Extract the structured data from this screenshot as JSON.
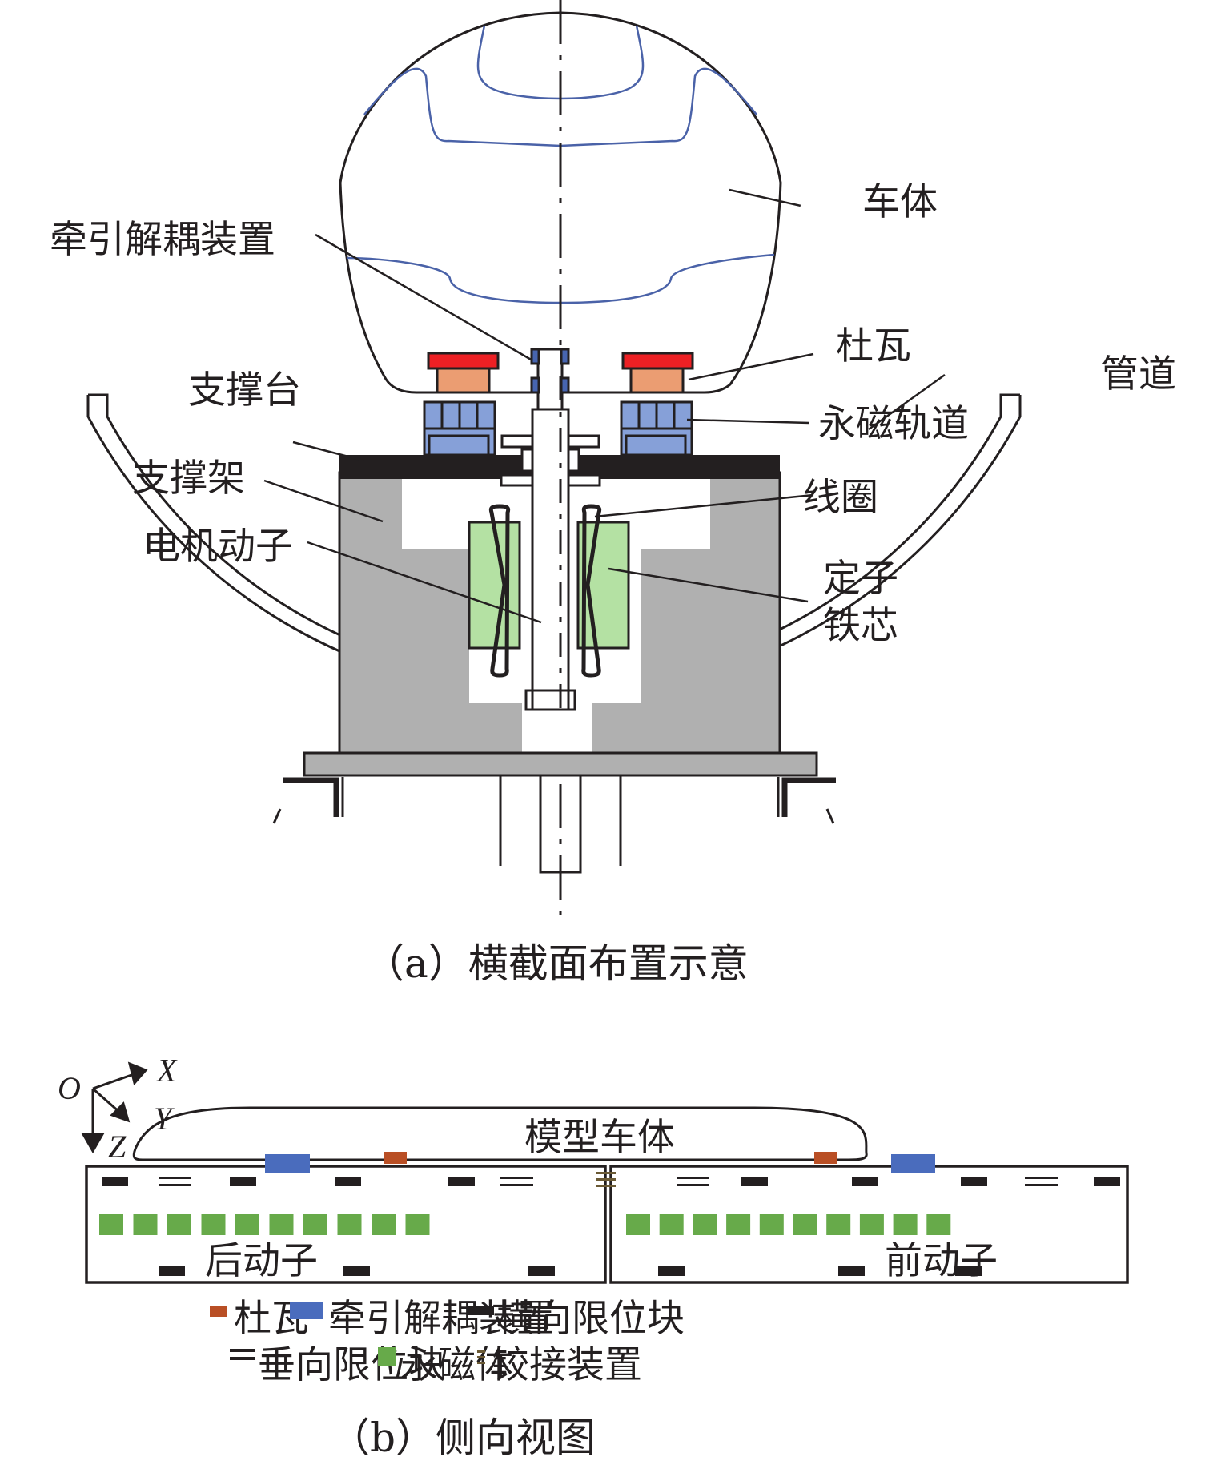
{
  "figure_a": {
    "caption": "（a）横截面布置示意",
    "labels": {
      "vehicle_body": "车体",
      "traction_decoupling": "牵引解耦装置",
      "skid": "杜瓦",
      "pipe": "管道",
      "support_table": "支撑台",
      "pm_track": "永磁轨道",
      "support_frame": "支撑架",
      "coil": "线圈",
      "motor_mover": "电机动子",
      "stator_core_line1": "定子",
      "stator_core_line2": "铁芯"
    },
    "colors": {
      "dewar_top": "#ed2024",
      "dewar_body": "#eb9d72",
      "pm_track": "#86a0d8",
      "coupler": "#4765b0",
      "stator": "#b4e1a3",
      "frame": "#b0b0b0",
      "table": "#231f20",
      "body_outline_blue": "#4a62a8"
    }
  },
  "figure_b": {
    "caption": "（b）侧向视图",
    "axes": {
      "origin": "O",
      "x": "X",
      "y": "Y",
      "z": "Z"
    },
    "vehicle_label": "模型车体",
    "rear_mover": "后动子",
    "front_mover": "前动子",
    "magnets_per_mover": 10,
    "legend": [
      {
        "key": "dewar",
        "label": "杜瓦",
        "color": "#b94f25",
        "symbol": "rect"
      },
      {
        "key": "traction",
        "label": "牵引解耦装置",
        "color": "#4a6cbd",
        "symbol": "rect-wide"
      },
      {
        "key": "lateral",
        "label": "横向限位块",
        "color": "#231f20",
        "symbol": "bar"
      },
      {
        "key": "vertical",
        "label": "垂向限位块",
        "color": "#231f20",
        "symbol": "double-line"
      },
      {
        "key": "magnet",
        "label": "永磁体",
        "color": "#67aa4a",
        "symbol": "square"
      },
      {
        "key": "hinge",
        "label": "铰接装置",
        "color": "#6b5a35",
        "symbol": "triple-line"
      }
    ]
  }
}
